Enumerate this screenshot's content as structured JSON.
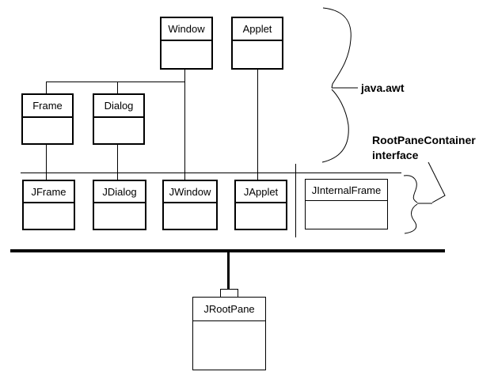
{
  "diagram": {
    "classes": [
      {
        "name": "Window"
      },
      {
        "name": "Applet"
      },
      {
        "name": "Frame"
      },
      {
        "name": "Dialog"
      },
      {
        "name": "JFrame"
      },
      {
        "name": "JDialog"
      },
      {
        "name": "JWindow"
      },
      {
        "name": "JApplet"
      },
      {
        "name": "JInternalFrame"
      },
      {
        "name": "JRootPane"
      }
    ],
    "labels": {
      "package": "java.awt",
      "interface_line1": "RootPaneContainer",
      "interface_line2": "interface"
    },
    "edges": [
      {
        "from": "Window",
        "to": "Frame"
      },
      {
        "from": "Window",
        "to": "Dialog"
      },
      {
        "from": "Window",
        "to": "JWindow"
      },
      {
        "from": "Frame",
        "to": "JFrame"
      },
      {
        "from": "Dialog",
        "to": "JDialog"
      },
      {
        "from": "Applet",
        "to": "JApplet"
      },
      {
        "from": "containment-line",
        "to": "JRootPane"
      }
    ],
    "colors": {
      "foreground": "#000000",
      "background": "#ffffff"
    }
  }
}
